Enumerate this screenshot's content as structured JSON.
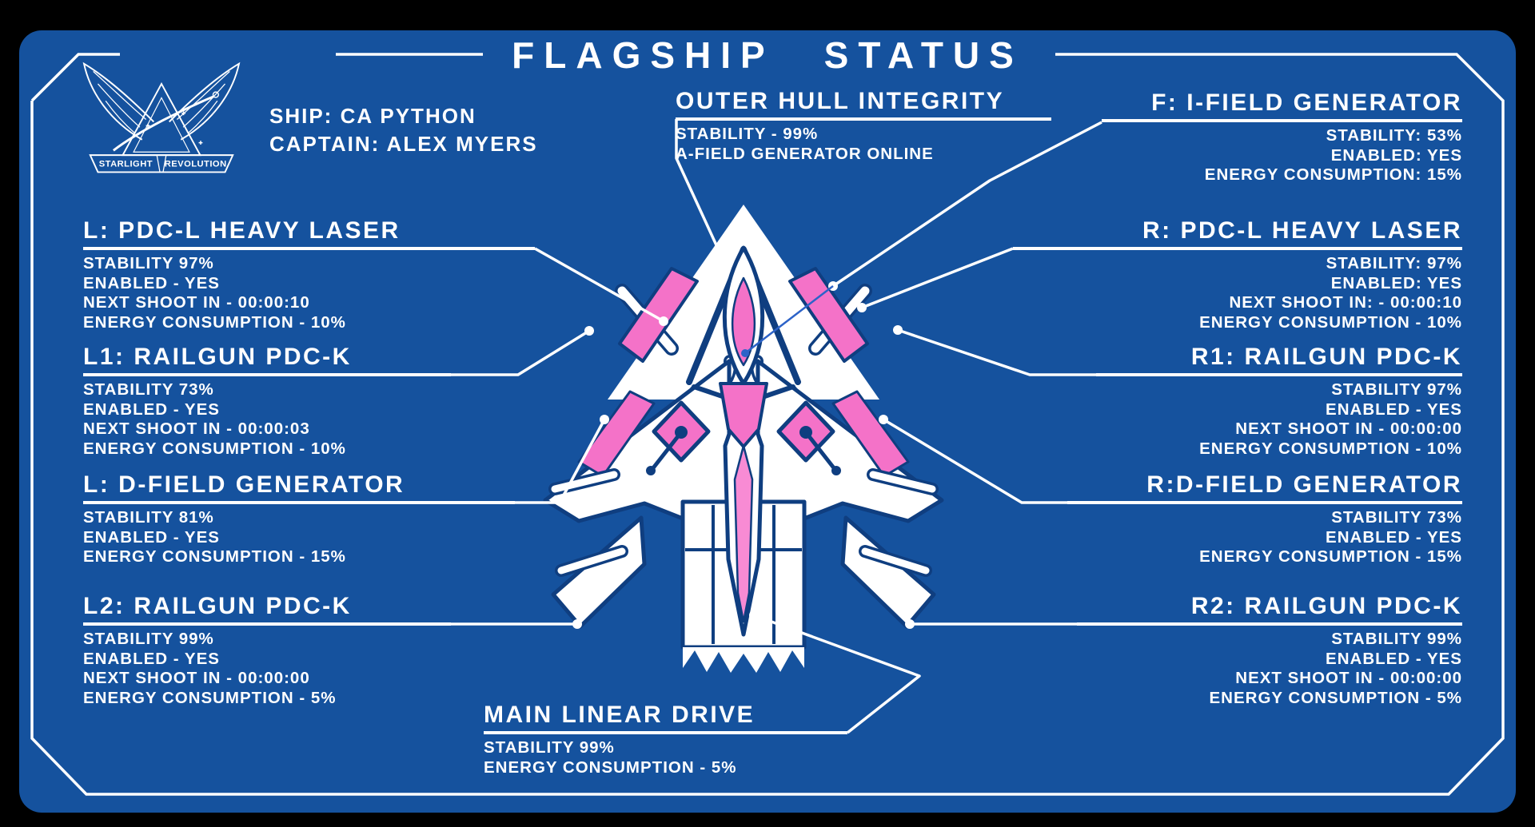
{
  "title": "FLAGSHIP STATUS",
  "logo": {
    "line1": "STARLIGHT",
    "line2": "REVOLUTION"
  },
  "ship_info": {
    "ship": "SHIP: CA PYTHON",
    "captain": "CAPTAIN: ALEX MYERS"
  },
  "panels": {
    "hull": {
      "title": "OUTER HULL INTEGRITY",
      "lines": [
        "STABILITY - 99%",
        "A-FIELD GENERATOR ONLINE"
      ]
    },
    "f_ifield": {
      "title": "F: I-FIELD GENERATOR",
      "lines": [
        "STABILITY: 53%",
        "ENABLED: YES",
        "ENERGY CONSUMPTION: 15%"
      ]
    },
    "l_pdcl": {
      "title": "L: PDC-L HEAVY LASER",
      "lines": [
        "STABILITY 97%",
        "ENABLED - YES",
        "NEXT SHOOT IN - 00:00:10",
        "ENERGY CONSUMPTION - 10%"
      ]
    },
    "r_pdcl": {
      "title": "R: PDC-L HEAVY LASER",
      "lines": [
        "STABILITY: 97%",
        "ENABLED: YES",
        "NEXT SHOOT IN: - 00:00:10",
        "ENERGY CONSUMPTION - 10%"
      ]
    },
    "l1": {
      "title": "L1: RAILGUN PDC-K",
      "lines": [
        "STABILITY 73%",
        "ENABLED - YES",
        "NEXT SHOOT IN - 00:00:03",
        "ENERGY CONSUMPTION - 10%"
      ]
    },
    "r1": {
      "title": "R1: RAILGUN PDC-K",
      "lines": [
        "STABILITY 97%",
        "ENABLED - YES",
        "NEXT SHOOT IN - 00:00:00",
        "ENERGY CONSUMPTION - 10%"
      ]
    },
    "l_dfield": {
      "title": "L: D-FIELD GENERATOR",
      "lines": [
        "STABILITY 81%",
        "ENABLED - YES",
        "ENERGY CONSUMPTION - 15%"
      ]
    },
    "r_dfield": {
      "title": "R:D-FIELD GENERATOR",
      "lines": [
        "STABILITY 73%",
        "ENABLED - YES",
        "ENERGY CONSUMPTION - 15%"
      ]
    },
    "l2": {
      "title": "L2: RAILGUN PDC-K",
      "lines": [
        "STABILITY 99%",
        "ENABLED - YES",
        "NEXT SHOOT IN - 00:00:00",
        "ENERGY CONSUMPTION - 5%"
      ]
    },
    "r2": {
      "title": "R2: RAILGUN  PDC-K",
      "lines": [
        "STABILITY 99%",
        "ENABLED - YES",
        "NEXT SHOOT IN - 00:00:00",
        "ENERGY CONSUMPTION - 5%"
      ]
    },
    "main_drive": {
      "title": "MAIN LINEAR DRIVE",
      "lines": [
        "STABILITY 99%",
        "ENERGY CONSUMPTION - 5%"
      ]
    }
  },
  "colors": {
    "background": "#15529E",
    "frame_and_text": "#FFFFFF",
    "ship_outline": "#0F3E80",
    "accent_pink": "#F472C8",
    "accent_pink_light": "#F88BD4",
    "crosshair_blue": "#2D63C8",
    "window_border": "#000000"
  }
}
